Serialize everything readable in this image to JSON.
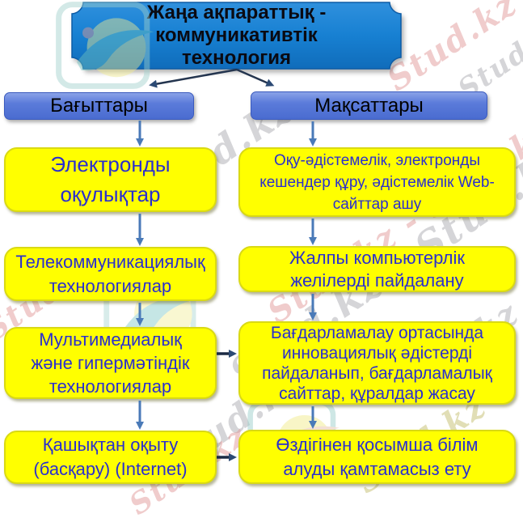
{
  "palette": {
    "banner_blue": "#1780d2",
    "header_blue": "#5b7bda",
    "box_yellow": "#ffff00",
    "box_text_blue": "#2a2fcf",
    "arrow_steel_blue": "#4a7ab8",
    "arrow_dark": "#26405f"
  },
  "banner": {
    "line1": "Жаңа ақпараттық -",
    "line2": "коммуникативтік",
    "line3": "технология"
  },
  "headers": {
    "left": "Бағыттары",
    "right": "Мақсаттары"
  },
  "left_column": {
    "box1": "Электронды оқулықтар",
    "box2": "Телекоммуникациялық технологиялар",
    "box3": "Мультимедиалық және гипермәтіндік технологиялар",
    "box4": "Қашықтан оқыту (басқару) (Internet)"
  },
  "right_column": {
    "box1": "Оқу-әдістемелік, электронды кешендер құру, әдістемелік Web-сайттар ашу",
    "box2": "Жалпы компьютерлік желілерді пайдалану",
    "box3": "Бағдарламалау ортасында инновациялық әдістерді пайдаланып, бағдарламалық сайттар, құралдар жасау",
    "box4": "Өздігінен қосымша білім алуды қамтамасыз ету"
  },
  "watermark": {
    "text": "Stud.kz",
    "pair": "Stud.kz - Stud.kz"
  }
}
